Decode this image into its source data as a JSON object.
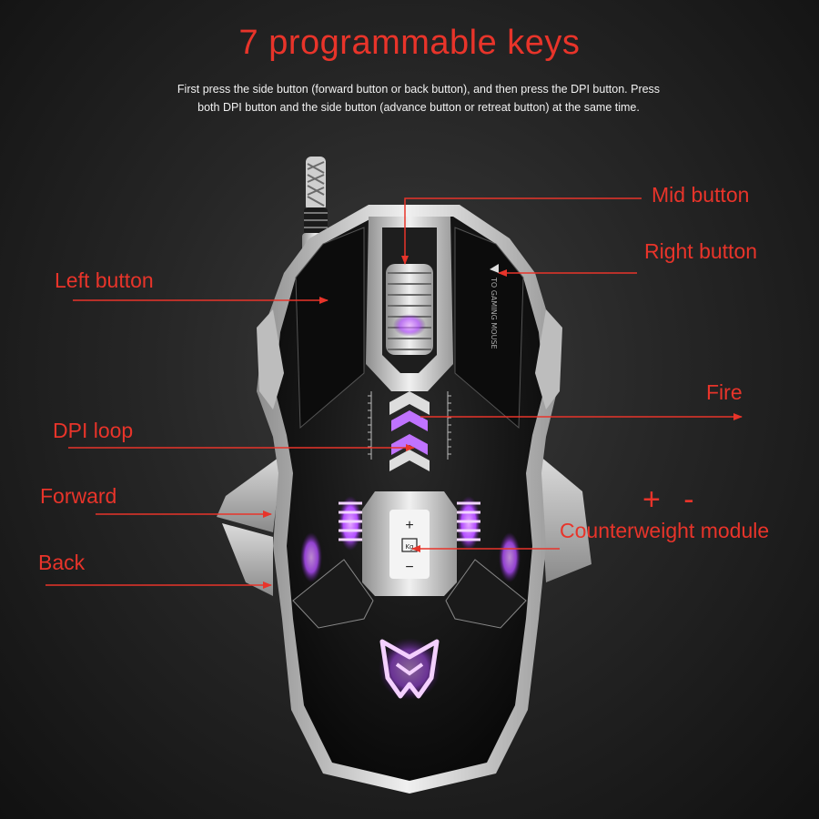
{
  "title": "7 programmable keys",
  "subtitle": "First press the side button (forward button or back button), and then press the DPI button. Press both DPI button and the side button (advance button or retreat button) at the same time.",
  "labels": {
    "mid_button": "Mid button",
    "right_button": "Right button",
    "left_button": "Left button",
    "fire": "Fire",
    "dpi_loop": "DPI loop",
    "forward": "Forward",
    "back": "Back",
    "plus_minus": "+ -",
    "counterweight_module": "Counterweight module"
  },
  "mouse": {
    "side_text": "TO GAMING MOUSE",
    "weight_plus": "+",
    "weight_minus": "−",
    "weight_icon": "Kg"
  },
  "colors": {
    "accent_red": "#e8342a",
    "led_purple": "#b24dff"
  }
}
